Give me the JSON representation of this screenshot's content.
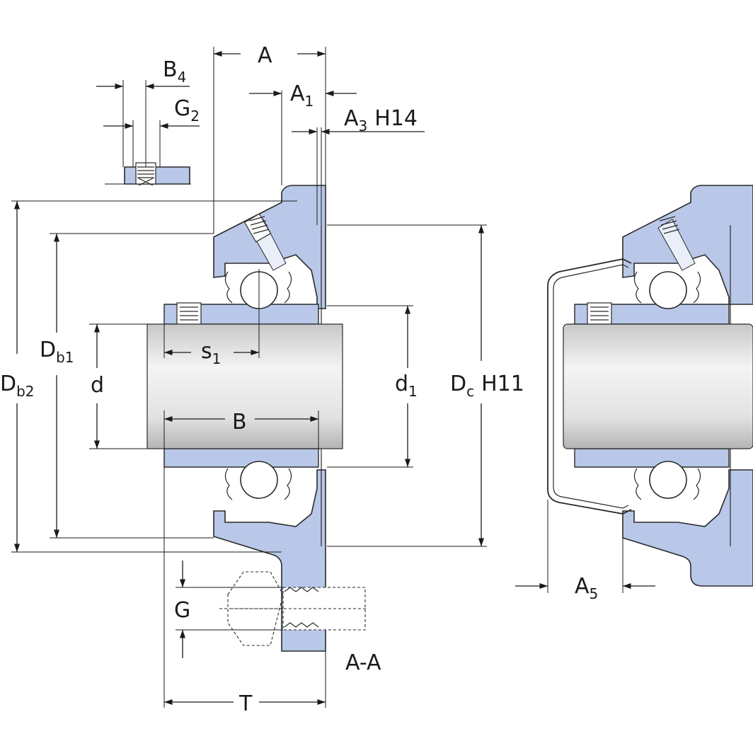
{
  "labels": {
    "A": "A",
    "A1": {
      "main": "A",
      "sub": "1"
    },
    "A3": {
      "main": "A",
      "sub": "3",
      "tol": "H14"
    },
    "A5": {
      "main": "A",
      "sub": "5"
    },
    "B": "B",
    "B4": {
      "main": "B",
      "sub": "4"
    },
    "G2": {
      "main": "G",
      "sub": "2"
    },
    "Db1": {
      "main": "D",
      "sub": "b1"
    },
    "Db2": {
      "main": "D",
      "sub": "b2"
    },
    "d": "d",
    "d1": {
      "main": "d",
      "sub": "1"
    },
    "Dc": {
      "main": "D",
      "sub": "c",
      "tol": "H11"
    },
    "s1": {
      "main": "s",
      "sub": "1"
    },
    "G": "G",
    "T": "T",
    "section": "A-A"
  },
  "colors": {
    "housing": "#b9c8e8",
    "outline": "#2a2a2a",
    "shaft_light": "#f2f2f2",
    "shaft_dark": "#bdbdbd"
  }
}
